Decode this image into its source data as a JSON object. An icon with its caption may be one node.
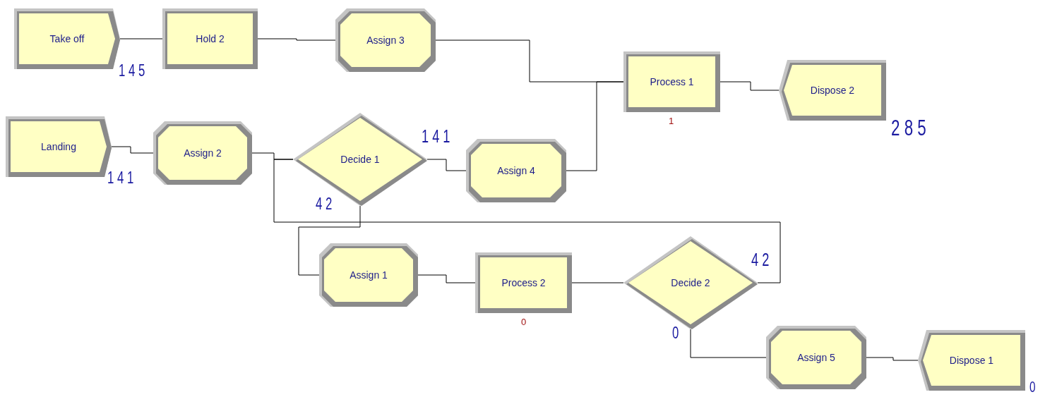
{
  "diagram": {
    "nodes": [
      {
        "text": [
          "Take off"
        ],
        "beside": [
          "1 4 5"
        ]
      },
      {
        "text": [
          "Hold 2"
        ]
      },
      {
        "text": [
          "Assign 3"
        ]
      },
      {
        "text": [
          "Process 1"
        ],
        "beside": [
          "1"
        ]
      },
      {
        "text": [
          "Dispose 2"
        ],
        "beside": [
          "2 8 5"
        ]
      },
      {
        "text": [
          "Landing"
        ],
        "beside": [
          "1 4 1"
        ]
      },
      {
        "text": [
          "Assign 2"
        ]
      },
      {
        "text": [
          "Decide 1"
        ],
        "beside": [
          "1 4 1",
          "4 2"
        ]
      },
      {
        "text": [
          "Assign 4"
        ]
      },
      {
        "text": [
          "Assign 1"
        ]
      },
      {
        "text": [
          "Process 2"
        ],
        "beside": [
          "0"
        ]
      },
      {
        "text": [
          "Decide 2"
        ],
        "beside": [
          "4 2",
          "0"
        ]
      },
      {
        "text": [
          "Assign 5"
        ]
      },
      {
        "text": [
          "Dispose 1"
        ],
        "beside": [
          "0"
        ]
      }
    ],
    "edges": [
      {
        "from": 0,
        "to": 1,
        "arrow": "none"
      },
      {
        "from": 1,
        "to": 2,
        "arrow": "none"
      },
      {
        "from": 2,
        "to": 3,
        "arrow": "none"
      },
      {
        "from": 8,
        "to": 3,
        "arrow": "none"
      },
      {
        "from": 3,
        "to": 4,
        "arrow": "none"
      },
      {
        "from": 5,
        "to": 6,
        "arrow": "none"
      },
      {
        "from": 6,
        "to": 7,
        "arrow": "none"
      },
      {
        "from": 7,
        "to": 8,
        "arrow": "none"
      },
      {
        "from": 7,
        "to": 9,
        "arrow": "none"
      },
      {
        "from": 9,
        "to": 10,
        "arrow": "none"
      },
      {
        "from": 10,
        "to": 11,
        "arrow": "none"
      },
      {
        "from": 11,
        "to": 7,
        "arrow": "none"
      },
      {
        "from": 11,
        "to": 12,
        "arrow": "none"
      },
      {
        "from": 12,
        "to": 13,
        "arrow": "none"
      }
    ]
  }
}
